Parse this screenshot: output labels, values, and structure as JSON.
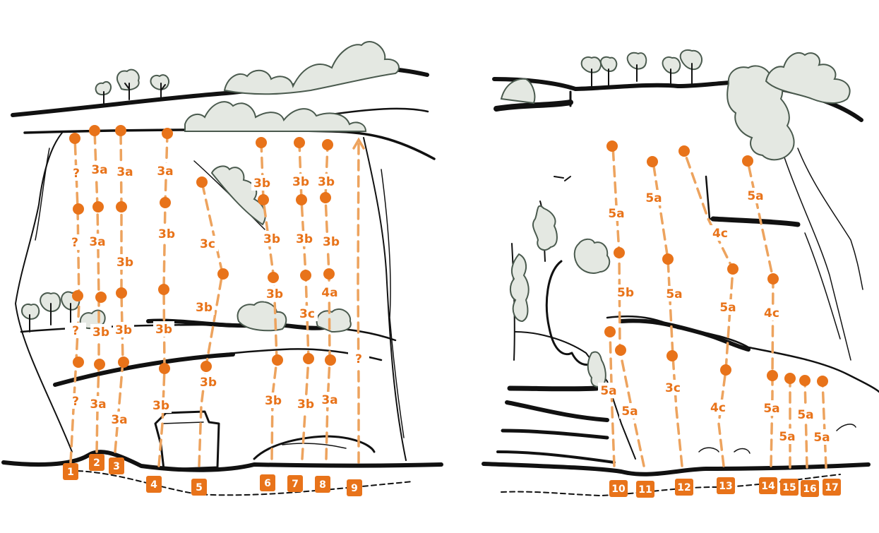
{
  "colors": {
    "accent": "#e8731a",
    "route_line": "#eda35e",
    "vegetation": "#e4e8e2",
    "rock_ink": "#111111"
  },
  "routes": [
    {
      "number": "1",
      "grades": [
        "?",
        "?",
        "?",
        "?"
      ]
    },
    {
      "number": "2",
      "grades": [
        "3a",
        "3a",
        "3b",
        "3a"
      ]
    },
    {
      "number": "3",
      "grades": [
        "3a",
        "3b",
        "3b",
        "3a"
      ]
    },
    {
      "number": "4",
      "grades": [
        "3a",
        "3b",
        "3b",
        "3b"
      ]
    },
    {
      "number": "5",
      "grades": [
        "3c",
        "3b",
        "3b"
      ]
    },
    {
      "number": "6",
      "grades": [
        "3b",
        "3b",
        "3b",
        "3b"
      ]
    },
    {
      "number": "7",
      "grades": [
        "3b",
        "3b",
        "3c",
        "3b"
      ]
    },
    {
      "number": "8",
      "grades": [
        "3b",
        "3b",
        "4a",
        "3a"
      ]
    },
    {
      "number": "9",
      "grades": [
        "?"
      ]
    },
    {
      "number": "10",
      "grades": [
        "5a"
      ]
    },
    {
      "number": "11",
      "grades": [
        "5a",
        "5b",
        "5a"
      ]
    },
    {
      "number": "12",
      "grades": [
        "5a",
        "5a",
        "3c"
      ]
    },
    {
      "number": "13",
      "grades": [
        "4c",
        "5a",
        "4c"
      ]
    },
    {
      "number": "14",
      "grades": [
        "5a",
        "4c",
        "5a"
      ]
    },
    {
      "number": "15",
      "grades": [
        "5a"
      ]
    },
    {
      "number": "16",
      "grades": [
        "5a"
      ]
    },
    {
      "number": "17",
      "grades": [
        "5a"
      ]
    }
  ]
}
